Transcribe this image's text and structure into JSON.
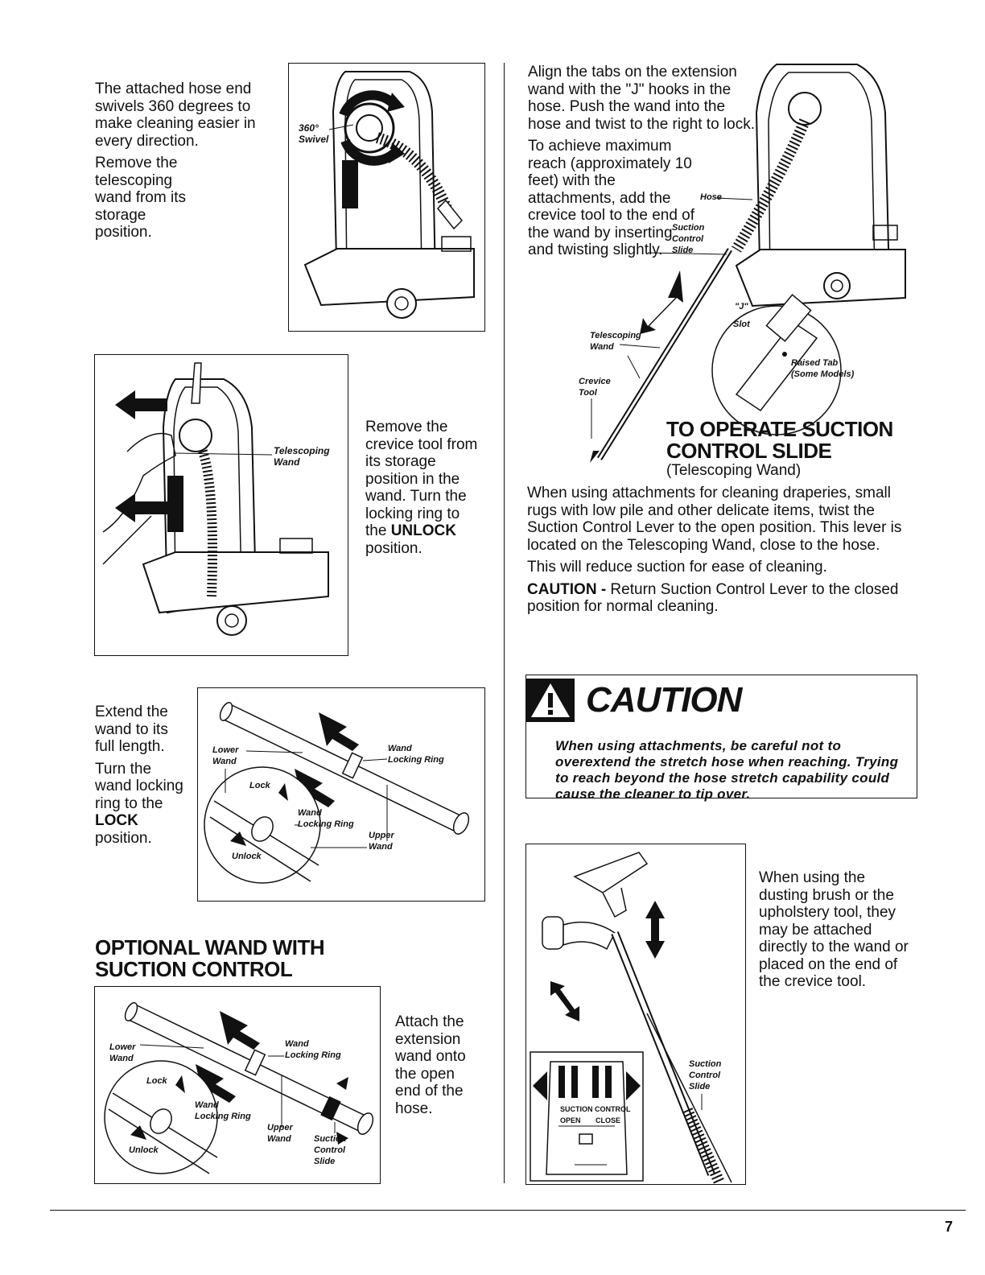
{
  "left": {
    "block1": {
      "para1": "The attached hose end swivels 360 degrees to make cleaning easier in every direction.",
      "para2": "Remove the telescoping wand from its storage position.",
      "figure": {
        "label_360": "360°",
        "label_swivel": "Swivel"
      }
    },
    "block2": {
      "para_pre": "Remove the crevice tool from its storage position in the wand. Turn the locking ring to the ",
      "para_bold": "UNLOCK",
      "para_post": " position.",
      "figure": {
        "label_telescoping": "Telescoping",
        "label_wand": "Wand"
      }
    },
    "block3": {
      "para1": "Extend the wand to its full length.",
      "para2_pre": "Turn the wand locking ring to the ",
      "para2_bold": "LOCK",
      "para2_post": " position.",
      "figure": {
        "lower": "Lower",
        "wand": "Wand",
        "locking_ring": "Locking Ring",
        "lock": "Lock",
        "unlock": "Unlock",
        "upper": "Upper"
      }
    },
    "block4": {
      "heading_line1": "OPTIONAL WAND WITH",
      "heading_line2": "SUCTION CONTROL",
      "para": "Attach the extension wand onto the open end of the hose.",
      "figure": {
        "lower": "Lower",
        "wand": "Wand",
        "locking_ring": "Locking Ring",
        "lock": "Lock",
        "unlock": "Unlock",
        "upper": "Upper",
        "suction": "Suction",
        "control": "Control",
        "slide": "Slide"
      }
    }
  },
  "right": {
    "block1": {
      "para1": "Align the tabs on the extension wand with the \"J\" hooks in the hose. Push the wand into the hose and twist to the right to lock.",
      "para2": "To achieve maximum reach (approximately 10 feet) with the attachments, add the crevice tool to the end of the wand by inserting and twisting slightly.",
      "figure": {
        "hose": "Hose",
        "suction": "Suction",
        "control": "Control",
        "slide": "Slide",
        "j": "\"J\"",
        "slot": "Slot",
        "raised_tab": "Raised Tab",
        "some_models": "(Some Models)",
        "telescoping": "Telescoping",
        "wand": "Wand",
        "crevice": "Crevice",
        "tool": "Tool"
      }
    },
    "section": {
      "heading_line1": "TO OPERATE SUCTION",
      "heading_line2": "CONTROL SLIDE",
      "subheading": "(Telescoping Wand)",
      "para1": "When using attachments for cleaning draperies, small rugs with low pile and other delicate items, twist the Suction Control Lever to the open position. This lever is located on the Telescoping Wand, close to the hose.",
      "para2": "This will reduce suction for ease of cleaning.",
      "caution_bold": "CAUTION -",
      "caution_text": " Return Suction Control Lever to the closed position for normal cleaning."
    },
    "caution_box": {
      "title": "CAUTION",
      "text": "When using attachments, be careful not to overextend the stretch hose when reaching. Trying to reach beyond the hose stretch capability could cause the cleaner to tip over."
    },
    "block2": {
      "para": "When using the dusting brush or the upholstery tool, they may be attached directly to the wand or placed on the end of the crevice tool.",
      "figure": {
        "suction": "Suction",
        "control": "Control",
        "slide": "Slide",
        "dial_line1": "SUCTION CONTROL",
        "dial_open": "OPEN",
        "dial_close": "CLOSE"
      }
    }
  },
  "footer": {
    "page_number": "7"
  }
}
